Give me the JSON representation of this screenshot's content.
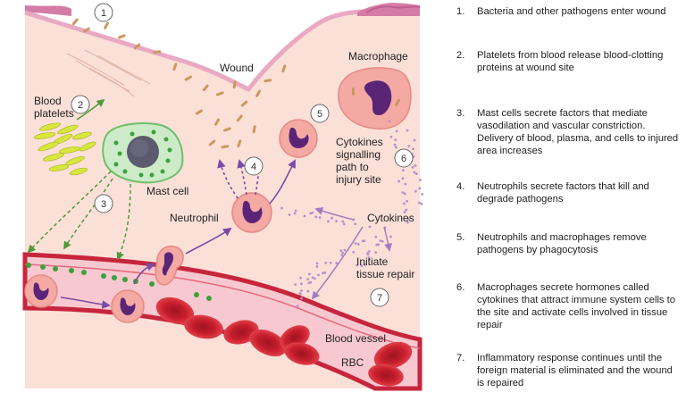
{
  "labels": {
    "wound": "Wound",
    "macrophage": "Macrophage",
    "blood_platelets": "Blood\nplatelets",
    "mast_cell": "Mast cell",
    "neutrophil": "Neutrophil",
    "cytokines_signalling": "Cytokines\nsignalling\npath to\ninjury site",
    "cytokines": "Cytokines",
    "initiate_tissue_repair": "Initiate\ntissue repair",
    "blood_vessel": "Blood vessel",
    "rbc": "RBC"
  },
  "markers": [
    "1",
    "2",
    "3",
    "4",
    "5",
    "6",
    "7"
  ],
  "legend": [
    {
      "num": "1.",
      "text": "Bacteria and other pathogens enter wound"
    },
    {
      "num": "2.",
      "text": "Platelets from blood release blood-clotting proteins at wound site"
    },
    {
      "num": "3.",
      "text": "Mast cells secrete factors that mediate vasodilation and vascular constriction. Delivery of blood, plasma, and cells to injured area increases"
    },
    {
      "num": "4.",
      "text": "Neutrophils secrete factors that kill and degrade pathogens"
    },
    {
      "num": "5.",
      "text": "Neutrophils and macrophages remove pathogens by phagocytosis"
    },
    {
      "num": "6.",
      "text": "Macrophages secrete hormones called cytokines that attract immune system cells to the site and activate cells involved in tissue repair"
    },
    {
      "num": "7.",
      "text": "Inflammatory response continues until the foreign material is eliminated and the wound is repaired"
    }
  ],
  "colors": {
    "tissue": "#fbe0d8",
    "skin_surface": "#e9a9c2",
    "vessel": "#c7253c",
    "rbc": "#c81e2d",
    "platelet": "#d9e63c",
    "mast_cell": "#cdebc9",
    "granule": "#3da13a",
    "cell_nucleus": "#5a2577",
    "pathogen": "#c9995d",
    "arrow_green": "#4f9a3a",
    "arrow_purple": "#7a4aa6",
    "cytokine": "#b592c9"
  }
}
